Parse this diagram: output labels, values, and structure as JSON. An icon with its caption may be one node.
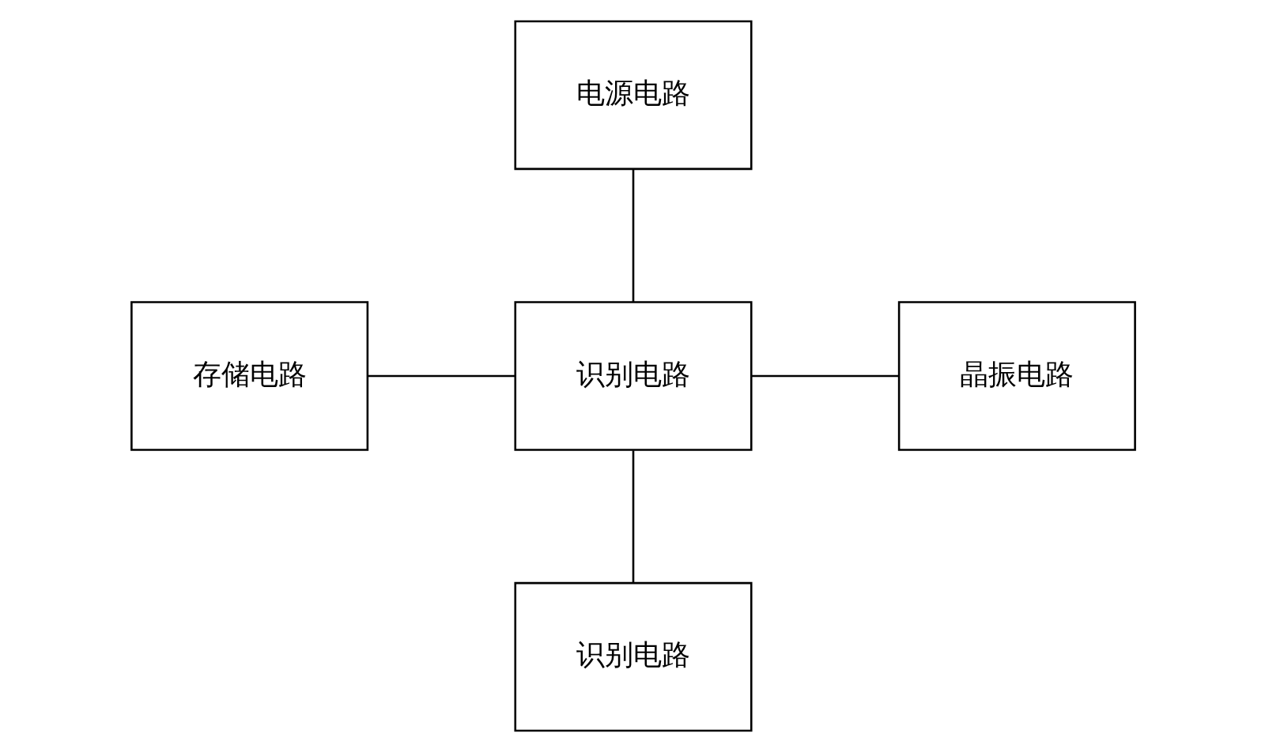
{
  "diagram": {
    "nodes": [
      {
        "text": [
          "电源电路"
        ]
      },
      {
        "text": [
          "存储电路"
        ]
      },
      {
        "text": [
          "识别电路"
        ]
      },
      {
        "text": [
          "晶振电路"
        ]
      },
      {
        "text": [
          "识别电路"
        ]
      }
    ],
    "edges": [
      {
        "from": 0,
        "to": 2,
        "arrow": "none"
      },
      {
        "from": 1,
        "to": 2,
        "arrow": "none"
      },
      {
        "from": 2,
        "to": 3,
        "arrow": "none"
      },
      {
        "from": 2,
        "to": 4,
        "arrow": "none"
      }
    ]
  }
}
